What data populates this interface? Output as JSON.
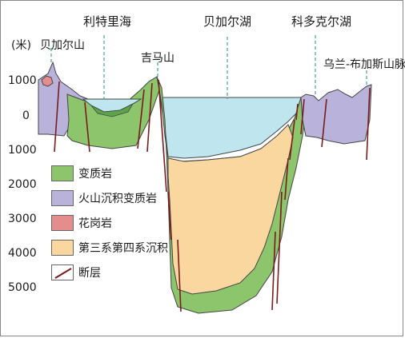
{
  "labels": {
    "y_unit": "(米)",
    "baikal_mountains": "贝加尔山",
    "lake_primary": "利特里海",
    "jima_mountain": "吉马山",
    "lake_baikal": "贝加尔湖",
    "lake_kodokar": "科多克尔湖",
    "ulan_bugasi": "乌兰-布加斯山脉"
  },
  "y_ticks": [
    "1000",
    "0",
    "1000",
    "2000",
    "3000",
    "4000",
    "5000"
  ],
  "legend": [
    {
      "label": "变质岩",
      "color": "#8cc56c"
    },
    {
      "label": "火山沉积变质岩",
      "color": "#b9b3dc"
    },
    {
      "label": "花岗岩",
      "color": "#e58c8c"
    },
    {
      "label": "第三系第四系沉积",
      "color": "#fbd7a0"
    },
    {
      "label": "断层",
      "color": "#7a1c1c"
    }
  ],
  "colors": {
    "water": "#bfe6ee",
    "metamorphic": "#8cc56c",
    "volcanic": "#b9b3dc",
    "granite": "#e58c8c",
    "sediment": "#fbd7a0",
    "fault": "#7a1c1c",
    "guide_line": "#3aa894"
  }
}
